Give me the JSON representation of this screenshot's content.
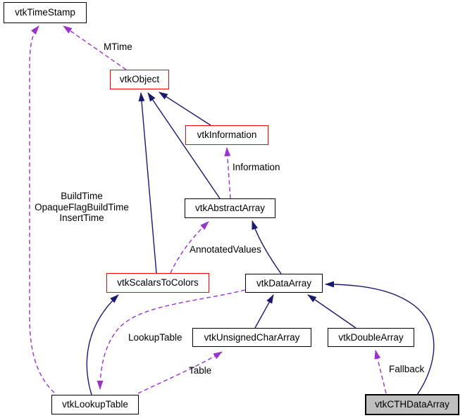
{
  "diagram": {
    "type": "class-collaboration-graph",
    "nodes": [
      {
        "id": "vtkTimeStamp",
        "label": "vtkTimeStamp",
        "style": "default"
      },
      {
        "id": "vtkObject",
        "label": "vtkObject",
        "style": "truncated-red"
      },
      {
        "id": "vtkInformation",
        "label": "vtkInformation",
        "style": "truncated-red"
      },
      {
        "id": "vtkAbstractArray",
        "label": "vtkAbstractArray",
        "style": "default"
      },
      {
        "id": "vtkScalarsToColors",
        "label": "vtkScalarsToColors",
        "style": "truncated-red"
      },
      {
        "id": "vtkDataArray",
        "label": "vtkDataArray",
        "style": "default"
      },
      {
        "id": "vtkUnsignedCharArray",
        "label": "vtkUnsignedCharArray",
        "style": "default"
      },
      {
        "id": "vtkDoubleArray",
        "label": "vtkDoubleArray",
        "style": "default"
      },
      {
        "id": "vtkLookupTable",
        "label": "vtkLookupTable",
        "style": "default"
      },
      {
        "id": "vtkCTHDataArray",
        "label": "vtkCTHDataArray",
        "style": "main-gray"
      }
    ],
    "edges": [
      {
        "from": "vtkInformation",
        "to": "vtkObject",
        "relation": "inheritance"
      },
      {
        "from": "vtkAbstractArray",
        "to": "vtkObject",
        "relation": "inheritance"
      },
      {
        "from": "vtkScalarsToColors",
        "to": "vtkObject",
        "relation": "inheritance"
      },
      {
        "from": "vtkDataArray",
        "to": "vtkAbstractArray",
        "relation": "inheritance"
      },
      {
        "from": "vtkUnsignedCharArray",
        "to": "vtkDataArray",
        "relation": "inheritance"
      },
      {
        "from": "vtkDoubleArray",
        "to": "vtkDataArray",
        "relation": "inheritance"
      },
      {
        "from": "vtkLookupTable",
        "to": "vtkScalarsToColors",
        "relation": "inheritance"
      },
      {
        "from": "vtkCTHDataArray",
        "to": "vtkDataArray",
        "relation": "inheritance"
      },
      {
        "from": "vtkObject",
        "to": "vtkTimeStamp",
        "relation": "usage",
        "label": "MTime"
      },
      {
        "from": "vtkLookupTable",
        "to": "vtkTimeStamp",
        "relation": "usage",
        "label": "BuildTime\nOpaqueFlagBuildTime\nInsertTime"
      },
      {
        "from": "vtkAbstractArray",
        "to": "vtkInformation",
        "relation": "usage",
        "label": "Information"
      },
      {
        "from": "vtkScalarsToColors",
        "to": "vtkAbstractArray",
        "relation": "usage",
        "label": "AnnotatedValues"
      },
      {
        "from": "vtkDataArray",
        "to": "vtkLookupTable",
        "relation": "usage",
        "label": "LookupTable"
      },
      {
        "from": "vtkLookupTable",
        "to": "vtkUnsignedCharArray",
        "relation": "usage",
        "label": "Table"
      },
      {
        "from": "vtkCTHDataArray",
        "to": "vtkDoubleArray",
        "relation": "usage",
        "label": "Fallback"
      }
    ],
    "colors": {
      "background": "#ffffff",
      "inheritance_edge": "#191970",
      "usage_edge": "#9a32cd",
      "node_border": "#000000",
      "truncated_node_border": "#ff0000",
      "node_fill": "#ffffff",
      "main_node_fill": "#bfbfbf",
      "text": "#000000"
    }
  }
}
